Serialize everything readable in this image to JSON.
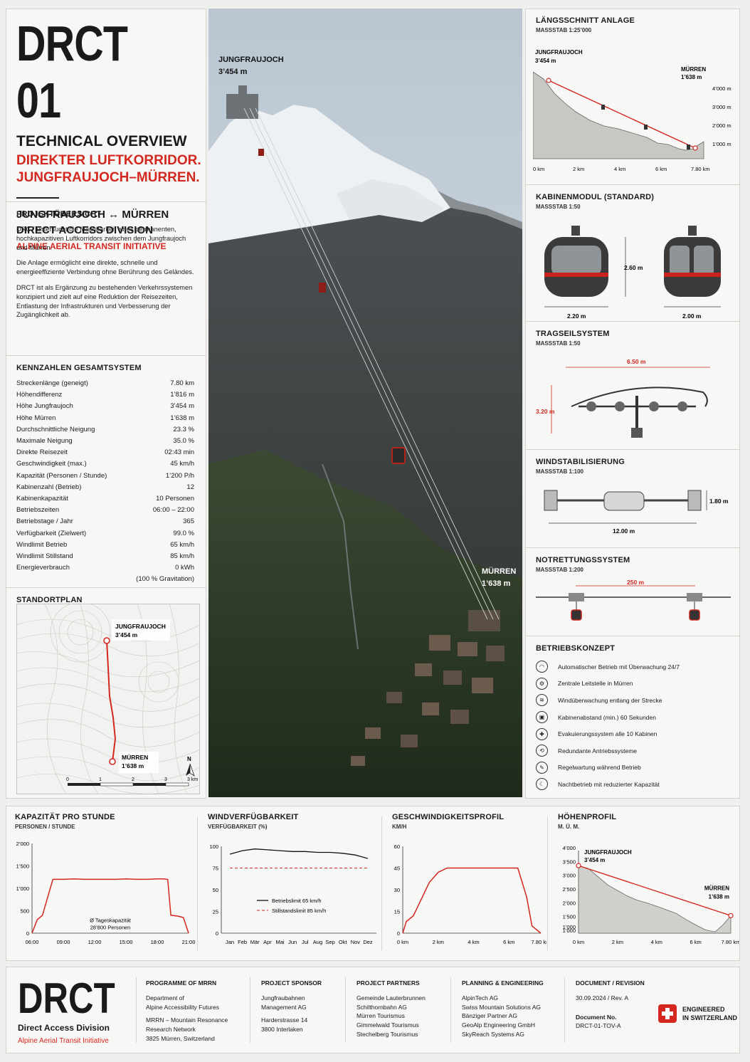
{
  "header": {
    "title": "DRCT 01",
    "subtitle": "TECHNICAL OVERVIEW",
    "tagline1": "DIREKTER LUFTKORRIDOR.",
    "tagline2": "JUNGFRAUJOCH–MÜRREN.",
    "route": "JUNGFRAUJOCH ↔ MÜRREN",
    "division": "DIRECT ACCESS DIVISION",
    "initiative": "ALPINE AERIAL TRANSIT INITIATIVE"
  },
  "overview": {
    "title": "PROJEKTÜBERSICHT",
    "p1": "DRCT untersucht die Machbarkeit eines permanenten, hochkapazitiven Luftkorridors zwischen dem Jungfraujoch und Mürren.",
    "p2": "Die Anlage ermöglicht eine direkte, schnelle und energieeffiziente Verbindung ohne Berührung des Geländes.",
    "p3": "DRCT ist als Ergänzung zu bestehenden Verkehrssystemen konzipiert und zielt auf eine Reduktion der Reisezeiten, Entlastung der Infrastrukturen und Verbesserung der Zugänglichkeit ab."
  },
  "kpi": {
    "title": "KENNZAHLEN GESAMTSYSTEM",
    "rows": [
      [
        "Streckenlänge (geneigt)",
        "7.80 km"
      ],
      [
        "Höhendifferenz",
        "1’816 m"
      ],
      [
        "Höhe Jungfraujoch",
        "3’454 m"
      ],
      [
        "Höhe Mürren",
        "1’638 m"
      ],
      [
        "Durchschnittliche Neigung",
        "23.3 %"
      ],
      [
        "Maximale Neigung",
        "35.0 %"
      ],
      [
        "Direkte Reisezeit",
        "02:43 min"
      ],
      [
        "Geschwindigkeit (max.)",
        "45 km/h"
      ],
      [
        "Kapazität (Personen / Stunde)",
        "1’200 P/h"
      ],
      [
        "Kabinenzahl (Betrieb)",
        "12"
      ],
      [
        "Kabinenkapazität",
        "10 Personen"
      ],
      [
        "Betriebszeiten",
        "06:00 – 22:00"
      ],
      [
        "Betriebstage / Jahr",
        "365"
      ],
      [
        "Verfügbarkeit (Zielwert)",
        "99.0 %"
      ],
      [
        "Windlimit Betrieb",
        "65 km/h"
      ],
      [
        "Windlimit Stillstand",
        "85 km/h"
      ],
      [
        "Energieverbrauch",
        "0 kWh"
      ]
    ],
    "energy_note": "(100 % Gravitation)"
  },
  "siteplan": {
    "title": "STANDORTPLAN",
    "top_name": "JUNGFRAUJOCH",
    "top_alt": "3’454 m",
    "bottom_name": "MÜRREN",
    "bottom_alt": "1’638 m",
    "north": "N",
    "scale": [
      "0",
      "1",
      "2",
      "3",
      "3 km"
    ]
  },
  "photo": {
    "top_name": "JUNGFRAUJOCH",
    "top_alt": "3’454 m",
    "bottom_name": "MÜRREN",
    "bottom_alt": "1’638 m"
  },
  "longitudinal": {
    "title": "LÄNGSSCHNITT ANLAGE",
    "scale": "MASSSTAB 1:25’000",
    "top_name": "JUNGFRAUJOCH",
    "top_alt": "3’454 m",
    "bottom_name": "MÜRREN",
    "bottom_alt": "1’638 m",
    "y_ticks": [
      "4’000 m",
      "3’000 m",
      "2’000 m",
      "1’000 m"
    ],
    "x_ticks": [
      "0 km",
      "2 km",
      "4 km",
      "6 km",
      "7.80 km"
    ]
  },
  "cabin": {
    "title": "KABINENMODUL (STANDARD)",
    "scale": "MASSSTAB 1:50",
    "height": "2.60 m",
    "width_front": "2.20 m",
    "width_side": "2.00 m"
  },
  "cable": {
    "title": "TRAGSEILSYSTEM",
    "scale": "MASSSTAB 1:50",
    "width": "6.50 m",
    "height": "3.20 m"
  },
  "wind": {
    "title": "WINDSTABILISIERUNG",
    "scale": "MASSSTAB 1:100",
    "width": "12.00 m",
    "height": "1.80 m"
  },
  "rescue": {
    "title": "NOTRETTUNGSSYSTEM",
    "scale": "MASSSTAB 1:200",
    "distance": "250 m"
  },
  "operations": {
    "title": "BETRIEBSKONZEPT",
    "items": [
      "Automatischer Betrieb mit Überwachung 24/7",
      "Zentrale Leitstelle in Mürren",
      "Windüberwachung entlang der Strecke",
      "Kabinenabstand (min.) 60 Sekunden",
      "Evakuierungssystem alle 10 Kabinen",
      "Redundante Antriebssysteme",
      "Regelwartung während Betrieb",
      "Nachtbetrieb mit reduzierter Kapazität"
    ]
  },
  "chart_data": [
    {
      "type": "line",
      "title": "KAPAZITÄT PRO STUNDE",
      "ylabel": "PERSONEN / STUNDE",
      "x": [
        6,
        6.5,
        7,
        7.5,
        8,
        9,
        10,
        11,
        12,
        13,
        14,
        15,
        16,
        17,
        18,
        18.5,
        19,
        19.3,
        20,
        20.5,
        21
      ],
      "values": [
        0,
        300,
        400,
        800,
        1200,
        1200,
        1210,
        1200,
        1200,
        1200,
        1200,
        1210,
        1200,
        1200,
        1210,
        1210,
        1200,
        400,
        380,
        350,
        0
      ],
      "xlim": [
        6,
        21
      ],
      "ylim": [
        0,
        2000
      ],
      "x_ticks": [
        "06:00",
        "09:00",
        "12:00",
        "15:00",
        "18:00",
        "21:00"
      ],
      "y_ticks": [
        "0",
        "500",
        "1’000",
        "1’500",
        "2’000"
      ],
      "annotation1": "Ø Tageskapazität",
      "annotation2": "28’800 Personen"
    },
    {
      "type": "line",
      "title": "WINDVERFÜGBARKEIT",
      "ylabel": "VERFÜGBARKEIT (%)",
      "categories": [
        "Jan",
        "Feb",
        "Mär",
        "Apr",
        "Mai",
        "Jun",
        "Jul",
        "Aug",
        "Sep",
        "Okt",
        "Nov",
        "Dez"
      ],
      "series": [
        {
          "name": "Betriebslimit 65 km/h",
          "values": [
            91,
            95,
            97,
            96,
            95,
            94,
            94,
            93,
            93,
            92,
            90,
            86
          ]
        },
        {
          "name": "Stillstandslimit 85 km/h",
          "values": [
            75,
            75,
            75,
            75,
            75,
            75,
            75,
            75,
            75,
            75,
            75,
            75
          ]
        }
      ],
      "ylim": [
        0,
        100
      ],
      "y_ticks": [
        "0",
        "25",
        "50",
        "75",
        "100"
      ]
    },
    {
      "type": "line",
      "title": "GESCHWINDIGKEITSPROFIL",
      "ylabel": "KM/H",
      "x": [
        0,
        0.2,
        0.6,
        1.5,
        2,
        2.5,
        3,
        4,
        5,
        6,
        6.5,
        7,
        7.3,
        7.8
      ],
      "values": [
        0,
        8,
        12,
        35,
        42,
        45,
        45,
        45,
        45,
        45,
        45,
        25,
        5,
        0
      ],
      "xlim": [
        0,
        7.8
      ],
      "ylim": [
        0,
        60
      ],
      "x_ticks": [
        "0 km",
        "2 km",
        "4 km",
        "6 km",
        "7.80 km"
      ],
      "y_ticks": [
        "0",
        "15",
        "30",
        "45",
        "60"
      ]
    },
    {
      "type": "area",
      "title": "HÖHENPROFIL",
      "ylabel": "M. Ü. M.",
      "x": [
        0,
        0.5,
        1,
        1.5,
        2,
        2.5,
        3,
        3.5,
        4,
        4.5,
        5,
        5.5,
        6,
        6.5,
        7,
        7.4,
        7.8
      ],
      "values": [
        3454,
        3350,
        3050,
        2750,
        2550,
        2350,
        2200,
        2100,
        1980,
        1850,
        1720,
        1500,
        1300,
        1120,
        1050,
        1300,
        1638
      ],
      "xlim": [
        0,
        7.8
      ],
      "ylim": [
        1000,
        4000
      ],
      "x_ticks": [
        "0 km",
        "2 km",
        "4 km",
        "6 km",
        "7.80 km"
      ],
      "y_ticks": [
        "4’000",
        "3’500",
        "3’000",
        "2’500",
        "2’000",
        "1’500",
        "1’000",
        "1’000"
      ],
      "top_name": "JUNGFRAUJOCH",
      "top_alt": "3’454 m",
      "bottom_name": "MÜRREN",
      "bottom_alt": "1’638 m"
    }
  ],
  "footer": {
    "logo": "DRCT",
    "division": "Direct Access Division",
    "initiative": "Alpine Aerial Transit Initiative",
    "programme_title": "PROGRAMME OF MRRN",
    "programme_lines": [
      "Department of",
      "Alpine Accessibility Futures",
      "",
      "MRRN – Mountain Resonance",
      "Research Network",
      "3825 Mürren, Switzerland"
    ],
    "sponsor_title": "PROJECT SPONSOR",
    "sponsor_lines": [
      "Jungfraubahnen",
      "Management AG",
      "",
      "Harderstrasse 14",
      "3800 Interlaken"
    ],
    "partners_title": "PROJECT PARTNERS",
    "partners_lines": [
      "Gemeinde Lauterbrunnen",
      "Schilthornbahn AG",
      "Mürren Tourismus",
      "Gimmelwald Tourismus",
      "Stechelberg Tourismus"
    ],
    "planning_title": "PLANNING & ENGINEERING",
    "planning_lines": [
      "AlpinTech AG",
      "Swiss Mountain Solutions AG",
      "Bänziger Partner AG",
      "GeoAlp Engineering GmbH",
      "SkyReach Systems AG"
    ],
    "document_title": "DOCUMENT / REVISION",
    "document_date": "30.09.2024 / Rev. A",
    "docno_label": "Document No.",
    "docno": "DRCT-01-TOV-A",
    "swiss1": "ENGINEERED",
    "swiss2": "IN SWITZERLAND"
  }
}
